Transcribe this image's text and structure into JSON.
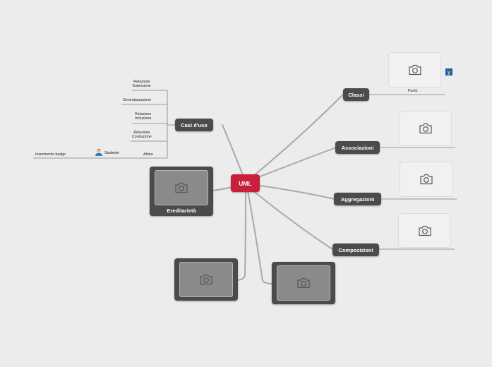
{
  "root": {
    "label": "UML"
  },
  "branches": {
    "classi": "Classi",
    "associazioni": "Associazioni",
    "aggregazioni": "Aggregazioni",
    "composizioni": "Composizioni",
    "casi_uso": "Casi d'uso",
    "ereditarieta": "Ereditarietà"
  },
  "classi_children": {
    "punto": "Punto"
  },
  "casi_uso_children": {
    "rel_estensione_1": "Relazione",
    "rel_estensione_2": "Estensione",
    "generalizzazione": "Generalizzazione",
    "rel_inclusione_1": "Relazione",
    "rel_inclusione_2": "Inclusione",
    "rel_conduzione_1": "Relazione",
    "rel_conduzione_2": "Conduzione",
    "attore": "Attore",
    "studente": "Studente",
    "inserimento_badge": "Inserimento badge"
  },
  "badge": {
    "letter": "y"
  },
  "colors": {
    "root": "#c8203a",
    "node": "#4b4b4b",
    "line": "#a8a8a8",
    "background": "#ececec"
  },
  "icons": [
    "camera-icon",
    "student-icon"
  ]
}
